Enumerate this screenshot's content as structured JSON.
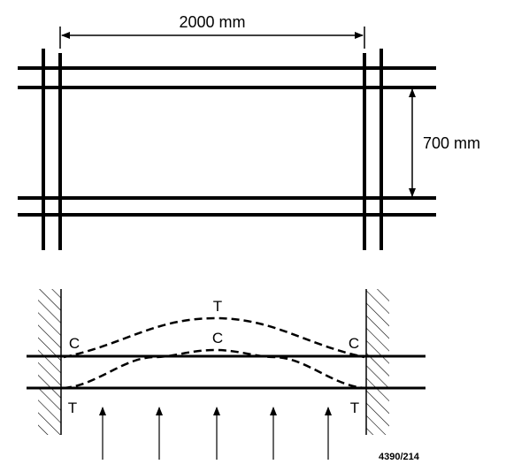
{
  "top_view": {
    "width_dimension": "2000 mm",
    "height_dimension": "700 mm"
  },
  "section_view": {
    "labels": {
      "top_curve": "T",
      "inner_curve": "C",
      "left_upper": "C",
      "right_upper": "C",
      "left_lower": "T",
      "right_lower": "T"
    },
    "load_arrow_count": 5
  },
  "figure_reference": "4390/214"
}
